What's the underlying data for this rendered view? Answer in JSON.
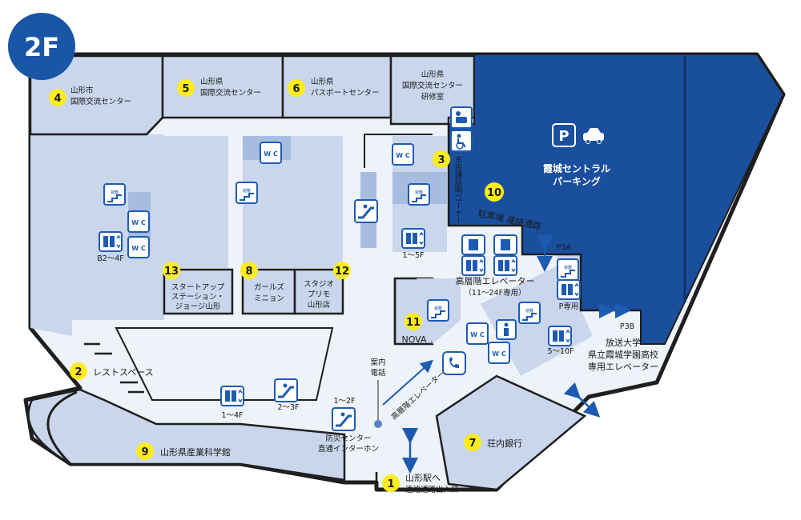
{
  "floor_badge": "2F",
  "areas": {
    "a4": {
      "num": "4",
      "l1": "山形市",
      "l2": "国際交流センター"
    },
    "a5": {
      "num": "5",
      "l1": "山形県",
      "l2": "国際交流センター"
    },
    "a6": {
      "num": "6",
      "l1": "山形県",
      "l2": "パスポートセンター"
    },
    "intl_training": {
      "l1": "山形県",
      "l2": "国際交流センター",
      "l3": "研修室"
    },
    "a3": {
      "num": "3",
      "label_v": "市民課証明コーナー"
    },
    "a10": {
      "num": "10",
      "label": "駐車場 連絡通路"
    },
    "parking": {
      "l1": "霞城セントラル",
      "l2": "パーキング"
    },
    "a13": {
      "num": "13",
      "l1": "スタートアップ",
      "l2": "ステーション・",
      "l3": "ジョージ山形"
    },
    "a8": {
      "num": "8",
      "l1": "ガールズ",
      "l2": "ミニョン"
    },
    "a12": {
      "num": "12",
      "l1": "スタジオ",
      "l2": "プリモ",
      "l3": "山形店"
    },
    "a11": {
      "num": "11",
      "label": "NOVA"
    },
    "a2": {
      "num": "2",
      "label": "レストスペース"
    },
    "a9": {
      "num": "9",
      "label": "山形県産業科学館"
    },
    "a7": {
      "num": "7",
      "label": "荘内銀行"
    },
    "a1": {
      "num": "1",
      "l1": "山形駅へ",
      "l2": "連絡通路出入口"
    },
    "highrise_elev": {
      "l1": "高層階エレベーター",
      "l2": "（11～24F専用）"
    },
    "univ_elev": {
      "l1": "放送大学",
      "l2": "県立霞城学園高校",
      "l3": "専用エレベーター"
    },
    "info_phone": {
      "l1": "案内",
      "l2": "電話"
    },
    "disaster": {
      "l1": "防災センター",
      "l2": "直通インターホン"
    },
    "diag_label": "高層階エレベーター"
  },
  "floor_labels": {
    "b2_4f": "B2～4F",
    "f1_5f": "1～5F",
    "f1_4f": "1～4F",
    "f2_3f": "2～3F",
    "f1_2f": "1～2F",
    "f5_10f": "5～10F",
    "p_only": "P専用",
    "p3a": "P3A",
    "p3b": "P3B"
  },
  "icon_glyphs": {
    "wc": "W C",
    "evac": "避難",
    "parking_p": "P"
  },
  "colors": {
    "badge": "#1a56a8",
    "parking": "#1a4f9e",
    "room": "#c9d6ec",
    "corridor": "#eef2f9",
    "wall": "#1f1f1f",
    "marker": "#ffec1f",
    "icon": "#1d5bb3",
    "stripe": "#a7bde0"
  }
}
